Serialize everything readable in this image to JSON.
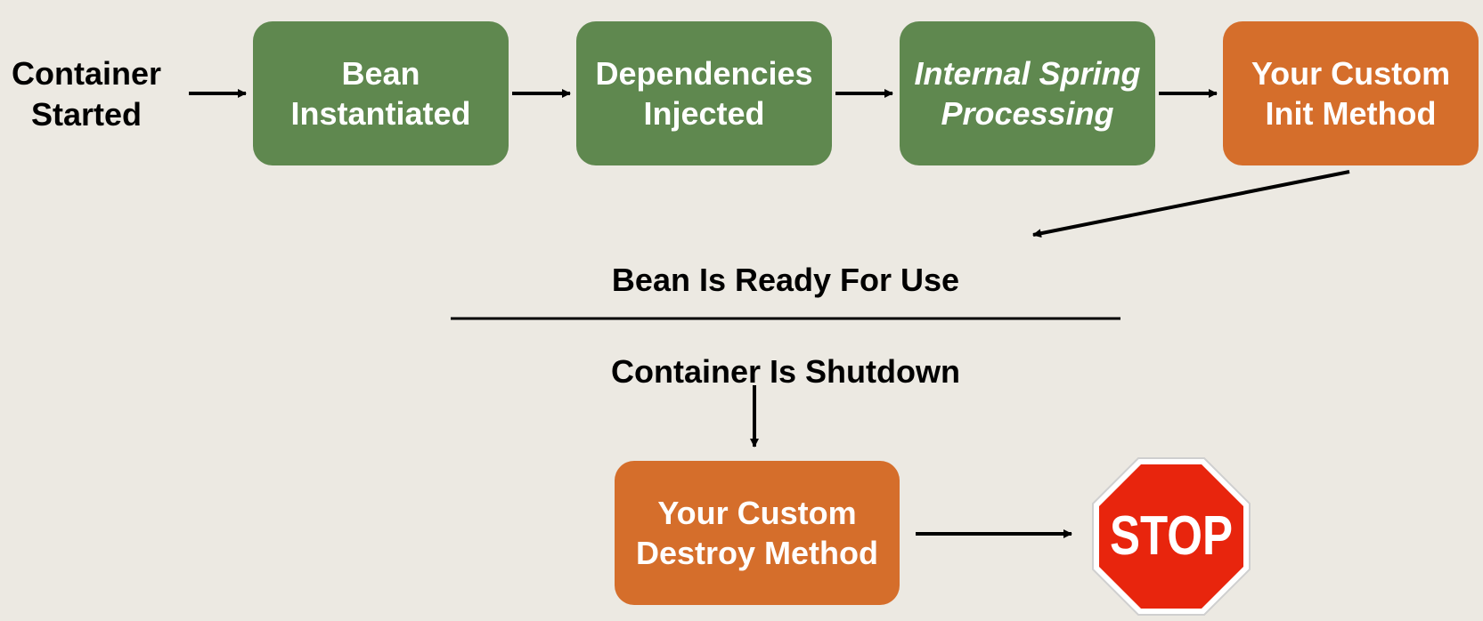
{
  "colors": {
    "background": "#ece9e2",
    "green_box": "#5f884f",
    "orange_box": "#d56e2b",
    "stop_red": "#e8250d",
    "arrow": "#000000"
  },
  "start_label": "Container\nStarted",
  "steps": [
    {
      "text": "Bean\nInstantiated"
    },
    {
      "text": "Dependencies\nInjected"
    },
    {
      "text": "Internal Spring\nProcessing"
    },
    {
      "text": "Your Custom\nInit Method"
    }
  ],
  "ready_label": "Bean Is Ready For Use",
  "shutdown_label": "Container Is Shutdown",
  "destroy_box": {
    "text": "Your Custom\nDestroy Method"
  },
  "stop_sign": {
    "text": "STOP",
    "icon": "stop-sign-icon"
  }
}
